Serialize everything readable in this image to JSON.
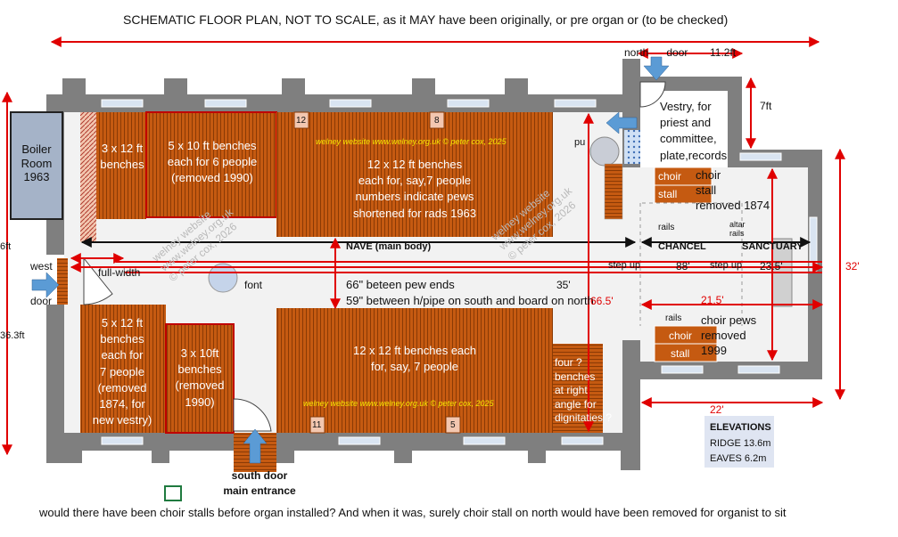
{
  "title": "SCHEMATIC FLOOR PLAN, NOT TO SCALE, as it MAY have been originally, or pre organ or (to be checked)",
  "footer_note": "would there have been choir stalls before organ installed? And when it was, surely choir stall on north would have been removed for organist to sit",
  "rooms": {
    "boiler_l1": "Boiler",
    "boiler_l2": "Room",
    "boiler_l3": "1963",
    "vestry_l1": "Vestry, for",
    "vestry_l2": "priest and",
    "vestry_l3": "committee,",
    "vestry_l4": "plate,records"
  },
  "doors": {
    "north": "north",
    "north2": "door",
    "west": "west",
    "west2": "door",
    "south_l1": "south door",
    "south_l2": "main entrance"
  },
  "benches": {
    "b1_l1": "3 x 12 ft",
    "b1_l2": "benches",
    "b2_l1": "5 x 10 ft benches",
    "b2_l2": "each for 6 people",
    "b2_l3": "(removed 1990)",
    "b3_l1": "12 x 12 ft benches",
    "b3_l2": "each for, say,7 people",
    "b3_l3": "numbers indicate pews",
    "b3_l4": "shortened for rads 1963",
    "b4_l1": "5 x 12 ft",
    "b4_l2": "benches",
    "b4_l3": "each for",
    "b4_l4": "7 people",
    "b4_l5": "(removed",
    "b4_l6": "1874, for",
    "b4_l7": "new vestry)",
    "b5_l1": "3 x 10ft",
    "b5_l2": "benches",
    "b5_l3": "(removed",
    "b5_l4": "1990)",
    "b6_l1": "12 x 12 ft benches each",
    "b6_l2": "for, say, 7 people",
    "b7_l1": "four ?",
    "b7_l2": "benches",
    "b7_l3": "at right",
    "b7_l4": "angle for",
    "b7_l5": "dignitaties ?",
    "pew_nums": [
      "12",
      "8",
      "11",
      "5"
    ]
  },
  "choir": {
    "choir": "choir",
    "stall": "stall",
    "north_l1": "choir",
    "north_l2": "stall",
    "north_l3": "removed 1874",
    "south_l1": "choir pews",
    "south_l2": "removed",
    "south_l3": "1999"
  },
  "labels": {
    "nave": "NAVE (main body)",
    "chancel": "CHANCEL",
    "sanctuary": "SANCTUARY",
    "rails": "rails",
    "altar_rails_l1": "altar",
    "altar_rails_l2": "rails",
    "pulpit": "pu",
    "font": "font",
    "full_width": "full-width",
    "step_up": "step up",
    "pew_ends_1": "66\" beteen pew ends",
    "pew_ends_2": "59\" between h/pipe on south and board on north"
  },
  "dimensions": {
    "d_11_2": "11.2ft",
    "d_7": "7ft",
    "d_32": "32'",
    "d_22": "22'",
    "d_21_5": "21.5'",
    "d_66_5": "66.5'",
    "d_35": "35'",
    "d_88": "88'",
    "d_23_5": "23.5'",
    "d_left_a": "6ft",
    "d_left_b": "36.3ft"
  },
  "watermarks": {
    "site": "welney website",
    "url": "www.welney.org.uk",
    "copy": "© peter cox, 2026",
    "yellow": "welney website    www.welney.org.uk   © peter cox, 2025"
  },
  "elevations": {
    "title": "ELEVATIONS",
    "ridge": "RIDGE 13.6m",
    "eaves": "EAVES 6.2m"
  },
  "colors": {
    "wall": "#7f7f7f",
    "bench": "#c55a11",
    "bench_line": "#8a3a05",
    "dimension": "#e00000",
    "arrow_blue": "#5b9bd5",
    "boiler": "#a5b3c8",
    "elev_box": "#dfe5f2",
    "window": "#d9e4f1"
  }
}
